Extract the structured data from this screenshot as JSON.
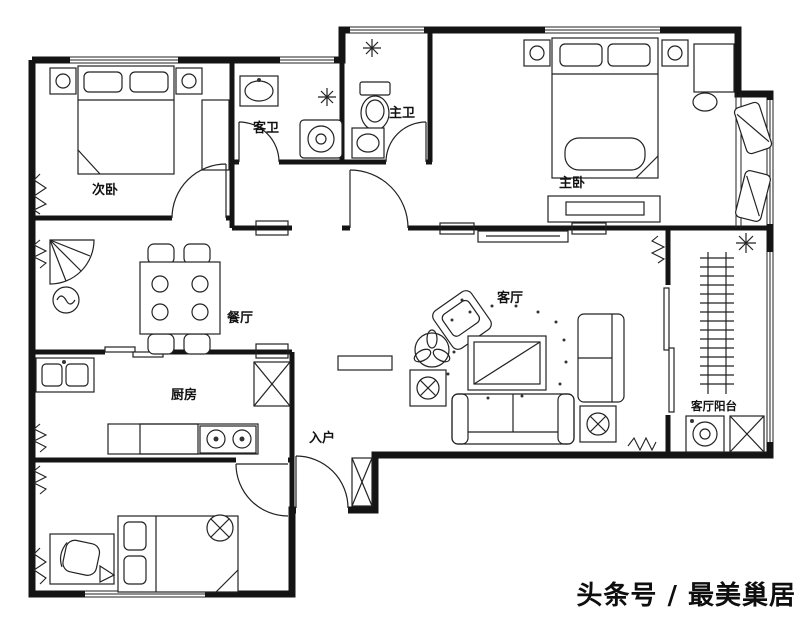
{
  "canvas": {
    "background": "#ffffff",
    "ink": "#141414"
  },
  "rooms": [
    {
      "key": "secondary-bedroom",
      "label": "次卧"
    },
    {
      "key": "guest-bathroom",
      "label": "客卫"
    },
    {
      "key": "master-bathroom",
      "label": "主卫"
    },
    {
      "key": "master-bedroom",
      "label": "主卧"
    },
    {
      "key": "dining-room",
      "label": "餐厅"
    },
    {
      "key": "living-room",
      "label": "客厅"
    },
    {
      "key": "kitchen",
      "label": "厨房"
    },
    {
      "key": "entry",
      "label": "入户"
    },
    {
      "key": "living-room-balcony",
      "label": "客厅阳台"
    }
  ],
  "watermark": {
    "text": "头条号 / 最美巢居"
  }
}
